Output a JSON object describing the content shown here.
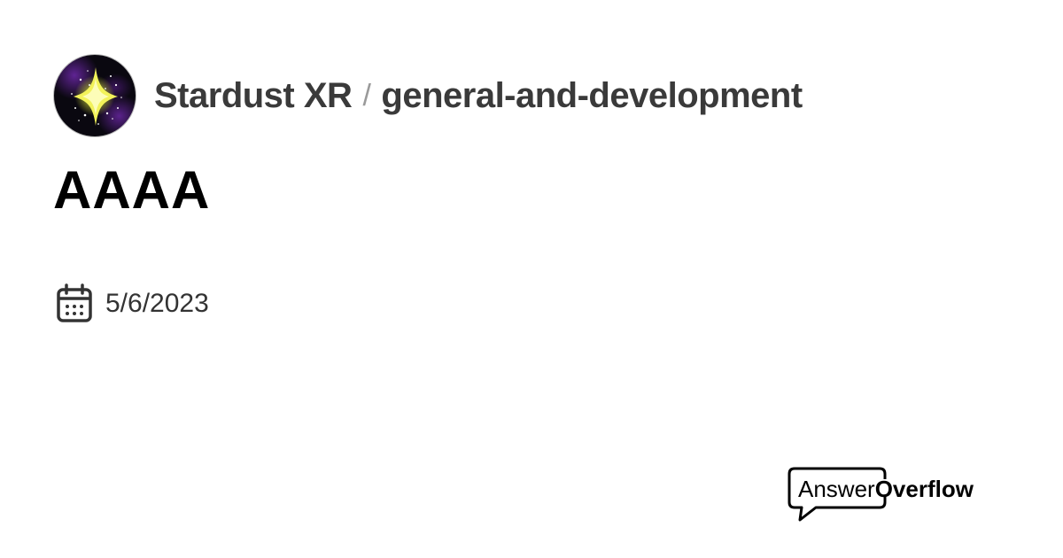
{
  "header": {
    "server_name": "Stardust XR",
    "separator": "/",
    "channel_name": "general-and-development"
  },
  "post": {
    "title": "AAAA",
    "date": "5/6/2023"
  },
  "branding": {
    "logo_part1": "Answer",
    "logo_part2": "Overflow"
  },
  "icons": {
    "server_avatar": "stardust-star-avatar",
    "date": "calendar-icon",
    "logo": "speech-bubble-icon"
  },
  "colors": {
    "background": "#ffffff",
    "breadcrumb_text": "#3a3a3a",
    "title_text": "#000000",
    "date_text": "#333333"
  }
}
